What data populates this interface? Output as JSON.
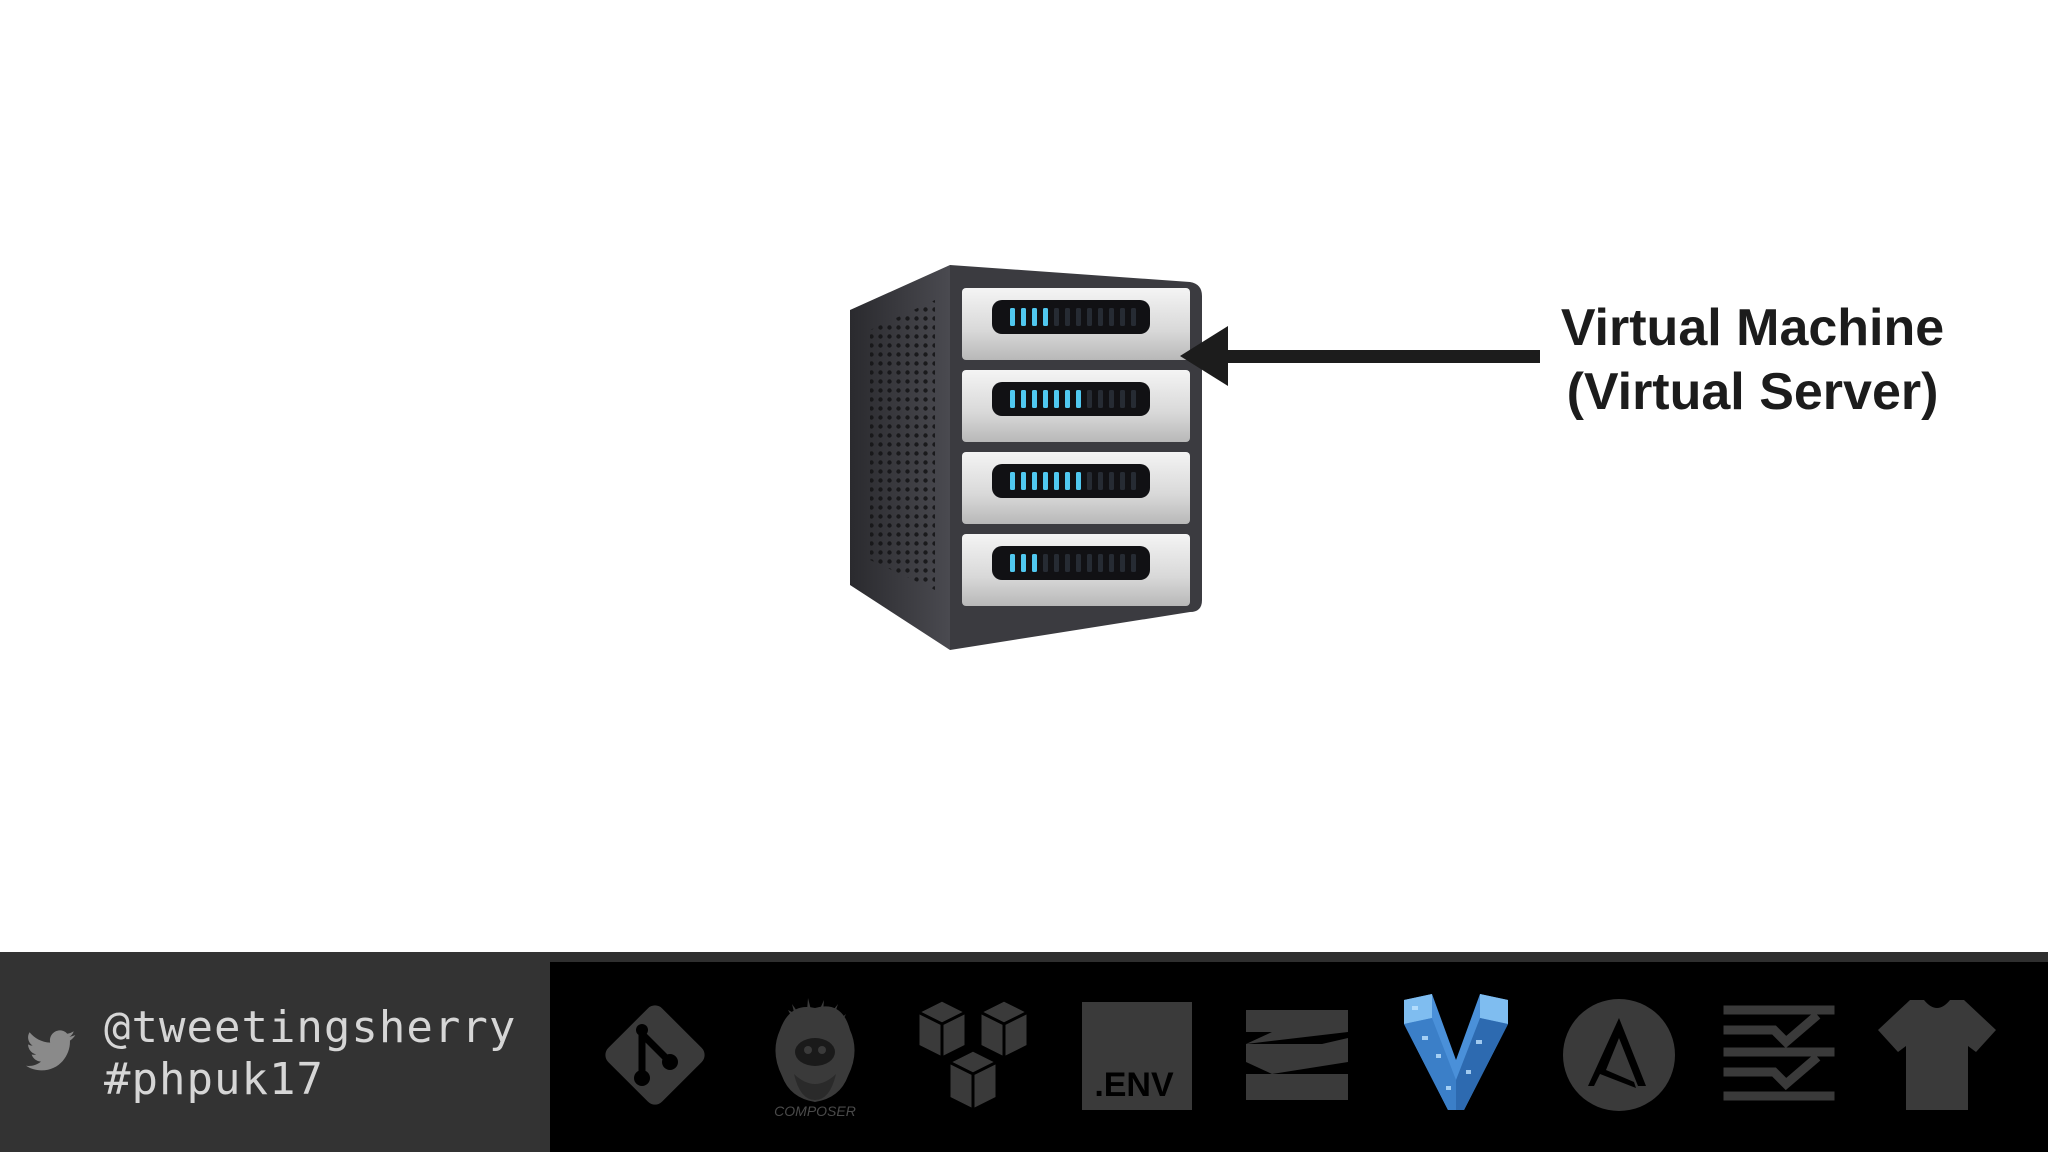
{
  "slide": {
    "label_line1": "Virtual Machine",
    "label_line2": "(Virtual Server)"
  },
  "footer": {
    "handle": "@tweetingsherry",
    "hashtag": "#phpuk17",
    "tools": [
      {
        "icon": "git-icon"
      },
      {
        "icon": "composer-icon",
        "caption": "COMPOSER"
      },
      {
        "icon": "aws-cubes-icon"
      },
      {
        "icon": "env-icon",
        "text": ".ENV"
      },
      {
        "icon": "zend-icon"
      },
      {
        "icon": "vagrant-icon"
      },
      {
        "icon": "ansible-icon"
      },
      {
        "icon": "checklist-icon"
      },
      {
        "icon": "shirt-icon"
      }
    ]
  },
  "colors": {
    "footer_bg": "#000000",
    "social_bg": "#333333",
    "text_dark": "#1c1c1c",
    "icon_gray": "#3a3a3a",
    "vagrant_blue": "#4a90d9",
    "server_light": "#50c8f0"
  }
}
